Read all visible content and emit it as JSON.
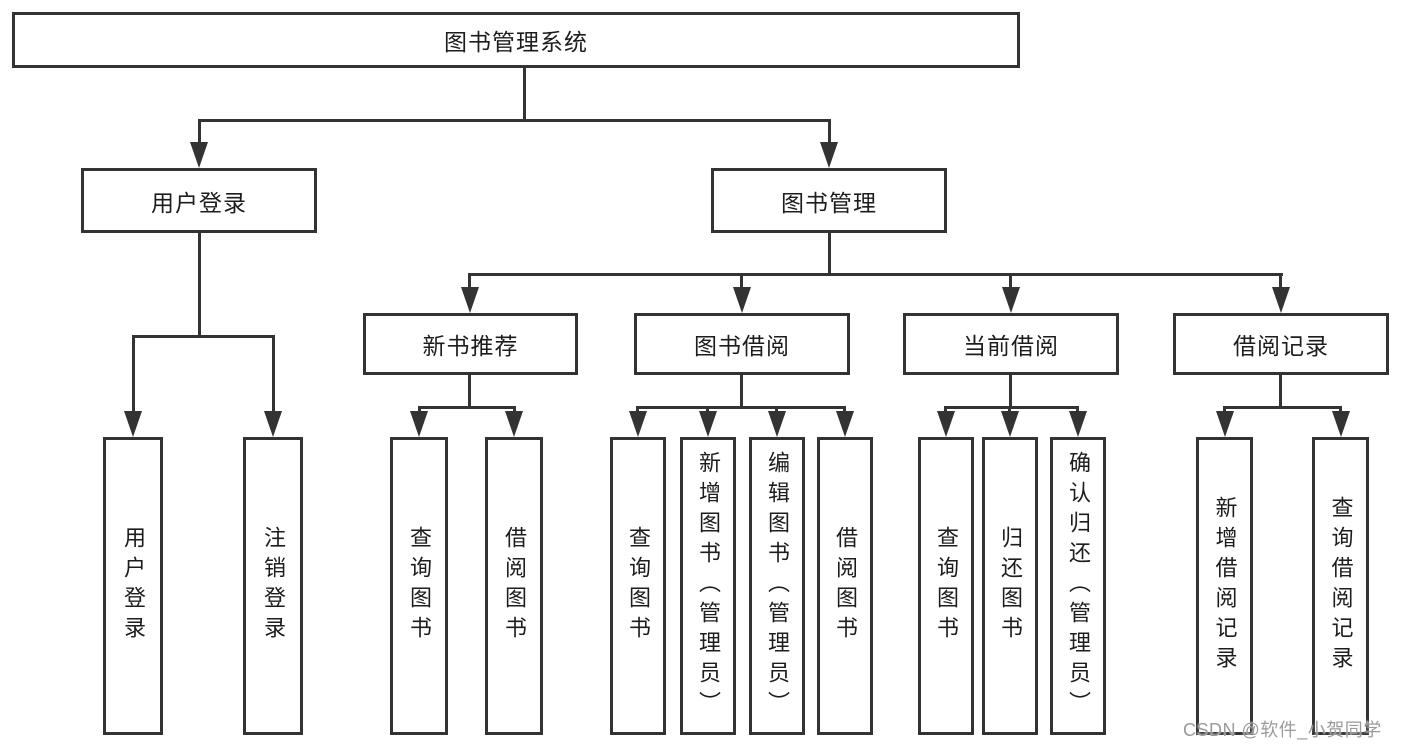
{
  "tree": {
    "root": "图书管理系统",
    "user": {
      "label": "用户登录",
      "children": [
        "用户登录",
        "注销登录"
      ]
    },
    "mgmt": {
      "label": "图书管理",
      "sections": [
        {
          "label": "新书推荐",
          "children": [
            "查询图书",
            "借阅图书"
          ]
        },
        {
          "label": "图书借阅",
          "children": [
            "查询图书",
            "新增图书（管理员）",
            "编辑图书（管理员）",
            "借阅图书"
          ]
        },
        {
          "label": "当前借阅",
          "children": [
            "查询图书",
            "归还图书",
            "确认归还（管理员）"
          ]
        },
        {
          "label": "借阅记录",
          "children": [
            "新增借阅记录",
            "查询借阅记录"
          ]
        }
      ]
    }
  },
  "watermark": {
    "text": "CSDN @软件_小贺同学"
  },
  "colors": {
    "line": "#333333",
    "text": "#1d1d1d",
    "watermark": "#9b9b9b",
    "background": "#ffffff"
  }
}
